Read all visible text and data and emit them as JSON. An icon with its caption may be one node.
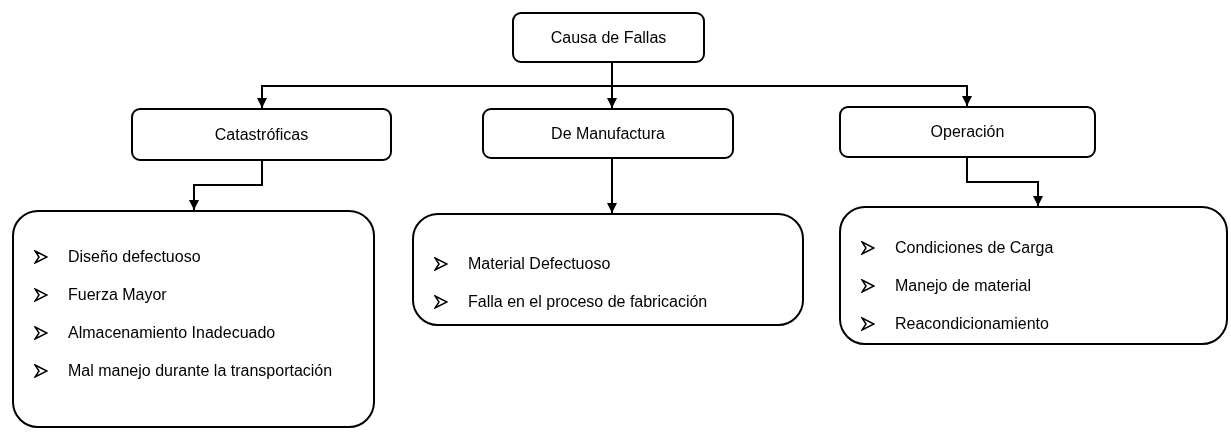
{
  "diagram": {
    "nodes": [
      {
        "text": [
          "Causa de Fallas"
        ]
      },
      {
        "text": [
          "Catastróficas"
        ]
      },
      {
        "text": [
          "De Manufactura"
        ]
      },
      {
        "text": [
          "Operación"
        ]
      },
      {
        "text": [
          "Diseño defectuoso",
          "Fuerza Mayor",
          "Almacenamiento Inadecuado",
          "Mal manejo durante la transportación"
        ]
      },
      {
        "text": [
          "Material Defectuoso",
          "Falla en el proceso de fabricación"
        ]
      },
      {
        "text": [
          "Condiciones de Carga",
          "Manejo de material",
          "Reacondicionamiento"
        ]
      }
    ],
    "edges": [
      {
        "from": 0,
        "to": 1,
        "arrow": "to"
      },
      {
        "from": 0,
        "to": 2,
        "arrow": "to"
      },
      {
        "from": 0,
        "to": 3,
        "arrow": "to"
      },
      {
        "from": 1,
        "to": 4,
        "arrow": "to"
      },
      {
        "from": 2,
        "to": 5,
        "arrow": "to"
      },
      {
        "from": 3,
        "to": 6,
        "arrow": "to"
      }
    ]
  }
}
